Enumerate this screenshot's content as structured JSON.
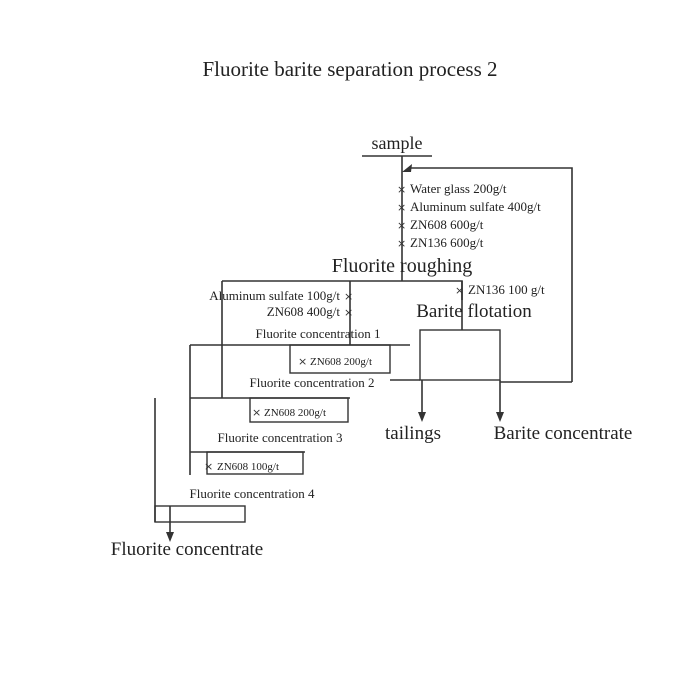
{
  "title": "Fluorite barite separation process 2",
  "nodes": {
    "sample": "sample",
    "fluorite_roughing": "Fluorite roughing",
    "barite_flotation": "Barite flotation",
    "fluorite_concentration_1": "Fluorite concentration 1",
    "fluorite_concentration_2": "Fluorite concentration 2",
    "fluorite_concentration_3": "Fluorite concentration 3",
    "fluorite_concentration_4": "Fluorite concentration 4",
    "tailings": "tailings",
    "barite_concentrate": "Barite concentrate",
    "fluorite_concentrate": "Fluorite concentrate"
  },
  "reagents": {
    "roughing_1": "Water glass 200g/t",
    "roughing_2": "Aluminum sulfate 400g/t",
    "roughing_3": "ZN608 600g/t",
    "roughing_4": "ZN136 600g/t",
    "barite": "ZN136 100 g/t",
    "conc1_a": "Aluminum sulfate 100g/t",
    "conc1_b": "ZN608 400g/t",
    "conc2": "ZN608 200g/t",
    "conc3": "ZN608 200g/t",
    "conc4": "ZN608 100g/t"
  },
  "icons": {
    "reagent_addition": "x-mark-icon"
  }
}
